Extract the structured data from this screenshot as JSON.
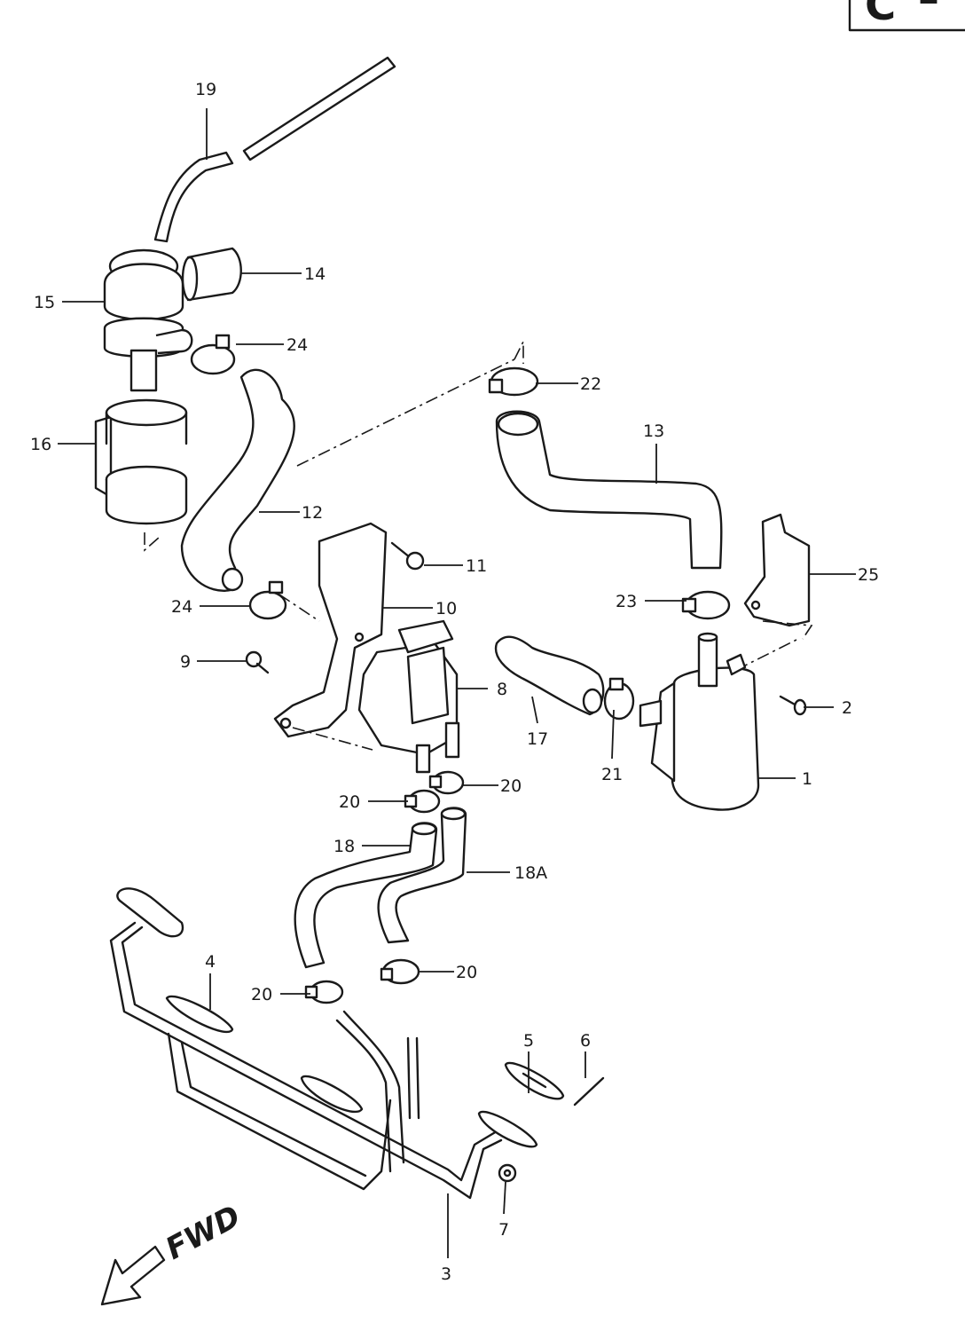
{
  "corner_tab": {
    "label": "C",
    "suffix": "–"
  },
  "direction_indicator": {
    "label": "FWD",
    "icon": "arrow-down-left-icon"
  },
  "callouts": [
    {
      "text": "19"
    },
    {
      "text": "14"
    },
    {
      "text": "15"
    },
    {
      "text": "24"
    },
    {
      "text": "22"
    },
    {
      "text": "13"
    },
    {
      "text": "16"
    },
    {
      "text": "12"
    },
    {
      "text": "25"
    },
    {
      "text": "11"
    },
    {
      "text": "24"
    },
    {
      "text": "23"
    },
    {
      "text": "10"
    },
    {
      "text": "9"
    },
    {
      "text": "8"
    },
    {
      "text": "17"
    },
    {
      "text": "2"
    },
    {
      "text": "21"
    },
    {
      "text": "1"
    },
    {
      "text": "20"
    },
    {
      "text": "20"
    },
    {
      "text": "18"
    },
    {
      "text": "18A"
    },
    {
      "text": "4"
    },
    {
      "text": "20"
    },
    {
      "text": "20"
    },
    {
      "text": "5"
    },
    {
      "text": "6"
    },
    {
      "text": "7"
    },
    {
      "text": "3"
    }
  ]
}
